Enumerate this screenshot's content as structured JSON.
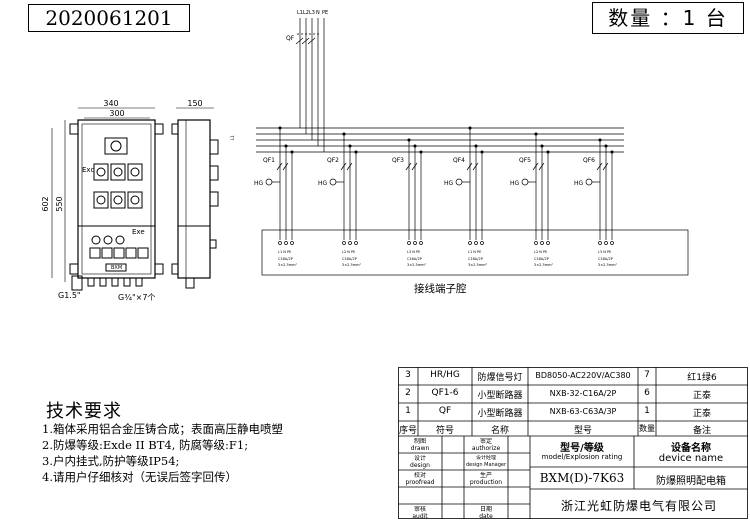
{
  "drawing_number": "2020061201",
  "quantity_text": "数量 ：1 台",
  "dimensions": {
    "width_outer": "340",
    "width_inner": "300",
    "height_outer": "602",
    "height_inner": "550",
    "depth": "150",
    "gland_left": "G1.5\"",
    "gland_bottom": "G¾\"×7个",
    "zone_upper": "Exd",
    "zone_lower": "Exe",
    "small_label": "BXM"
  },
  "schematic": {
    "bus_labels": [
      "L1",
      "L2",
      "L3",
      "N",
      "PE"
    ],
    "main_switch": "QF",
    "side_bus_labels": [
      "L1",
      "L2",
      "L3",
      "N",
      "PE"
    ],
    "branches": [
      {
        "breaker": "QF1",
        "lamp": "HG",
        "cable": "C16A/2P",
        "wire": "3×2.5mm²",
        "phases": "L1 N PE"
      },
      {
        "breaker": "QF2",
        "lamp": "HG",
        "cable": "C16A/2P",
        "wire": "3×2.5mm²",
        "phases": "L2 N PE"
      },
      {
        "breaker": "QF3",
        "lamp": "",
        "cable": "C16A/2P",
        "wire": "3×2.5mm²",
        "phases": "L3 N PE"
      },
      {
        "breaker": "QF4",
        "lamp": "HG",
        "cable": "C16A/2P",
        "wire": "3×2.5mm²",
        "phases": "L1 N PE"
      },
      {
        "breaker": "QF5",
        "lamp": "HG",
        "cable": "C16A/2P",
        "wire": "3×2.5mm²",
        "phases": "L2 N PE"
      },
      {
        "breaker": "QF6",
        "lamp": "HG",
        "cable": "C16A/2P",
        "wire": "3×2.5mm²",
        "phases": "L3 N PE"
      }
    ],
    "terminal_block_label": "接线端子腔"
  },
  "requirements": {
    "title": "技术要求",
    "lines": [
      "1.箱体采用铝合金压铸合成；表面高压静电喷塑",
      "2.防爆等级:Exde II BT4, 防腐等级:F1;",
      "3.户内挂式,防护等级IP54;",
      "4.请用户仔细核对（无误后签字回传）"
    ]
  },
  "parts_table": {
    "rows": [
      {
        "no": "3",
        "symbol": "HR/HG",
        "name": "防爆信号灯",
        "model": "BD8050-AC220V/AC380",
        "qty": "7",
        "note": "红1绿6"
      },
      {
        "no": "2",
        "symbol": "QF1-6",
        "name": "小型断路器",
        "model": "NXB-32-C16A/2P",
        "qty": "6",
        "note": "正泰"
      },
      {
        "no": "1",
        "symbol": "QF",
        "name": "小型断路器",
        "model": "NXB-63-C63A/3P",
        "qty": "1",
        "note": "正泰"
      }
    ],
    "header": {
      "no": "序号",
      "symbol": "符号",
      "name": "名称",
      "model": "型号",
      "qty": "数量",
      "note": "备注"
    }
  },
  "title_block": {
    "drawn_cn": "制图",
    "drawn_en": "drawn",
    "design_cn": "设计",
    "design_en": "design",
    "proofread_cn": "校对",
    "proofread_en": "proofread",
    "audit_cn": "审核",
    "audit_en": "audit",
    "authorize_cn": "审定",
    "authorize_en": "authorize",
    "manager_cn": "设计经理",
    "manager_en": "design Manager",
    "production_cn": "生产",
    "production_en": "production",
    "date_cn": "日期",
    "date_en": "date",
    "model_header_cn": "型号/等级",
    "model_header_en": "model/Explosion rating",
    "device_header_cn": "设备名称",
    "device_header_en": "device name",
    "model_value": "BXM(D)-7K63",
    "device_value": "防爆照明配电箱",
    "company": "浙江光虹防爆电气有限公司"
  }
}
